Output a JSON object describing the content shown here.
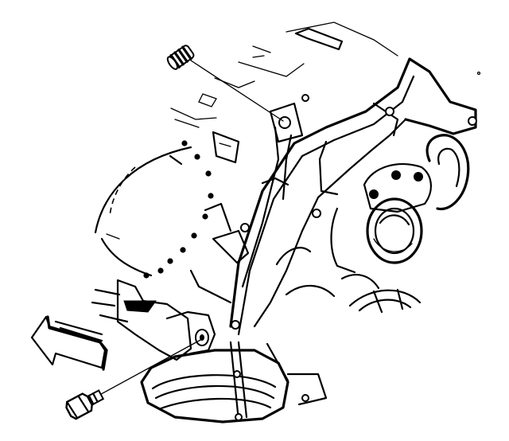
{
  "diagram": {
    "kind": "engine-block-front-plugs",
    "labels": [],
    "colors": {
      "ink": "#000000",
      "paper": "#ffffff"
    },
    "components": [
      {
        "name": "upper-plug",
        "icon": "threaded-plug-icon"
      },
      {
        "name": "lower-plug",
        "icon": "bolt-plug-icon"
      },
      {
        "name": "direction-arrow",
        "icon": "arrow-left-icon"
      }
    ]
  }
}
